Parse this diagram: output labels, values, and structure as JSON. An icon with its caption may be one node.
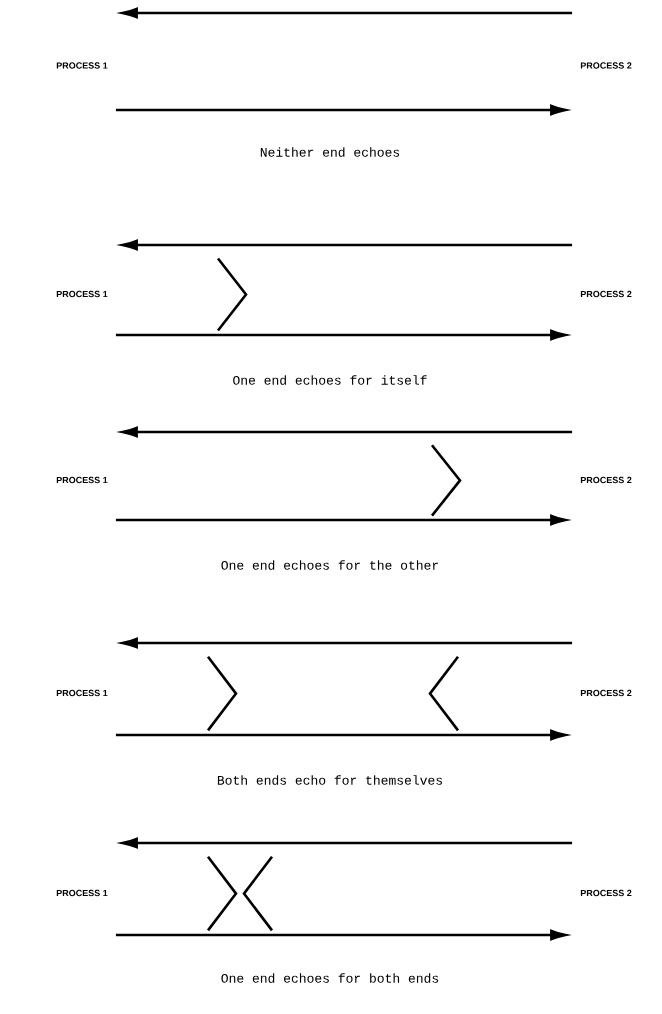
{
  "diagram": {
    "nodes": [
      {
        "text": [
          "PROCESS 1"
        ]
      },
      {
        "text": [
          "PROCESS 2"
        ]
      },
      {
        "text": [
          "PROCESS 1"
        ]
      },
      {
        "text": [
          "PROCESS 2"
        ]
      },
      {
        "text": [
          "PROCESS 1"
        ]
      },
      {
        "text": [
          "PROCESS 2"
        ]
      },
      {
        "text": [
          "PROCESS 1"
        ]
      },
      {
        "text": [
          "PROCESS 2"
        ]
      },
      {
        "text": [
          "PROCESS 1"
        ]
      },
      {
        "text": [
          "PROCESS 2"
        ]
      }
    ],
    "edges": [
      {
        "from": 1,
        "to": 0,
        "arrow": "to"
      },
      {
        "from": 0,
        "to": 1,
        "arrow": "to"
      },
      {
        "from": 3,
        "to": 2,
        "arrow": "to"
      },
      {
        "from": 2,
        "to": 3,
        "arrow": "to"
      },
      {
        "from": 5,
        "to": 4,
        "arrow": "to"
      },
      {
        "from": 4,
        "to": 5,
        "arrow": "to"
      },
      {
        "from": 7,
        "to": 6,
        "arrow": "to"
      },
      {
        "from": 6,
        "to": 7,
        "arrow": "to"
      },
      {
        "from": 9,
        "to": 8,
        "arrow": "to"
      },
      {
        "from": 8,
        "to": 9,
        "arrow": "to"
      }
    ],
    "labels": [
      "Neither end echoes",
      "One end echoes for itself",
      "One end echoes for the other",
      "Both ends echo for themselves",
      "One end echoes for both ends"
    ]
  }
}
